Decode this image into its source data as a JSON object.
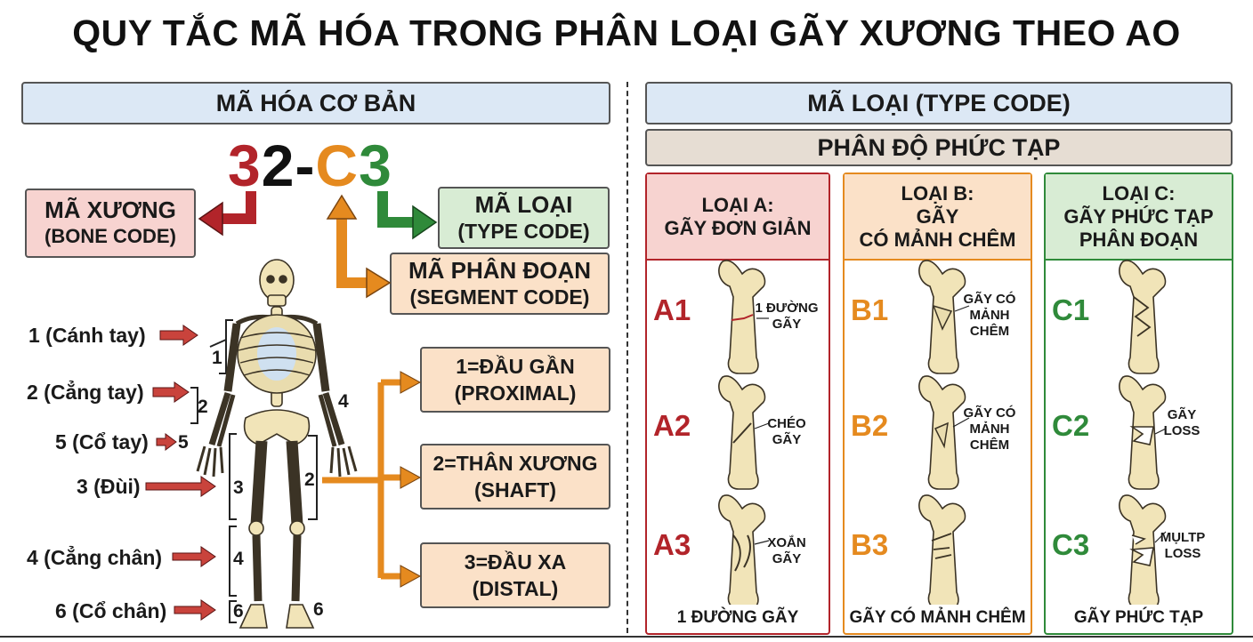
{
  "title": "QUY TẮC MÃ HÓA TRONG PHÂN LOẠI GÃY XƯƠNG THEO AO",
  "left": {
    "header": "MÃ HÓA CƠ BẢN",
    "code": {
      "bone": "3",
      "segment": "2",
      "dash": "-",
      "type": "C",
      "group": "3"
    },
    "bone_code": {
      "line1": "MÃ XƯƠNG",
      "line2": "(BONE CODE)"
    },
    "type_code": {
      "line1": "MÃ LOẠI",
      "line2": "(TYPE CODE)"
    },
    "segment_code": {
      "line1": "MÃ PHÂN ĐOẠN",
      "line2": "(SEGMENT CODE)"
    },
    "body_labels": [
      "1 (Cánh tay)",
      "2 (Cẳng tay)",
      "5 (Cổ tay)",
      "3 (Đùi)",
      "4 (Cẳng chân)",
      "6 (Cổ chân)"
    ],
    "bracket_numbers": {
      "arm": "1",
      "forearm": "2",
      "wrist": "5",
      "thigh": "3",
      "leg": "4",
      "ankle": "6",
      "right_arm": "4",
      "right_foot": "6",
      "shaft_bracket": "2"
    },
    "segments": [
      {
        "line1": "1=ĐẦU GẦN",
        "line2": "(PROXIMAL)"
      },
      {
        "line1": "2=THÂN XƯƠNG",
        "line2": "(SHAFT)"
      },
      {
        "line1": "3=ĐẦU XA",
        "line2": "(DISTAL)"
      }
    ]
  },
  "right": {
    "header": "MÃ LOẠI (TYPE CODE)",
    "subheader": "PHÂN ĐỘ PHỨC TẠP",
    "columns": [
      {
        "head": [
          "LOẠI A:",
          "GÃY ĐƠN GIẢN"
        ],
        "color": "#b2242a",
        "bg": "#f7d3d0",
        "rows": [
          {
            "code": "A1",
            "note": [
              "1 ĐƯỜNG",
              "GÃY"
            ]
          },
          {
            "code": "A2",
            "note": [
              "CHÉO",
              "GÃY"
            ]
          },
          {
            "code": "A3",
            "note": [
              "XOẮN",
              "GÃY"
            ]
          }
        ],
        "footer": "1 ĐƯỜNG GÃY"
      },
      {
        "head": [
          "LOẠI B:",
          "GÃY",
          "CÓ MẢNH CHÊM"
        ],
        "color": "#e58a1f",
        "bg": "#fbe1c8",
        "rows": [
          {
            "code": "B1",
            "note": [
              "GÃY CÓ",
              "MẢNH",
              "CHÊM"
            ]
          },
          {
            "code": "B2",
            "note": [
              "GÃY CÓ",
              "MẢNH",
              "CHÊM"
            ]
          },
          {
            "code": "B3",
            "note": []
          }
        ],
        "footer": "GÃY CÓ MẢNH CHÊM"
      },
      {
        "head": [
          "LOẠI C:",
          "GÃY PHỨC TẠP",
          "PHÂN ĐOẠN"
        ],
        "color": "#2f8a3a",
        "bg": "#d8ecd4",
        "rows": [
          {
            "code": "C1",
            "note": []
          },
          {
            "code": "C2",
            "note": [
              "GÃY",
              "LOSS"
            ]
          },
          {
            "code": "C3",
            "note": [
              "MỤLTP",
              "LOSS"
            ]
          }
        ],
        "footer": "GÃY PHỨC TẠP"
      }
    ]
  },
  "colors": {
    "red": "#b2242a",
    "orange": "#e58a1f",
    "green": "#2f8a3a",
    "bone": "#f1e4b8",
    "bone_outline": "#3b3325"
  }
}
